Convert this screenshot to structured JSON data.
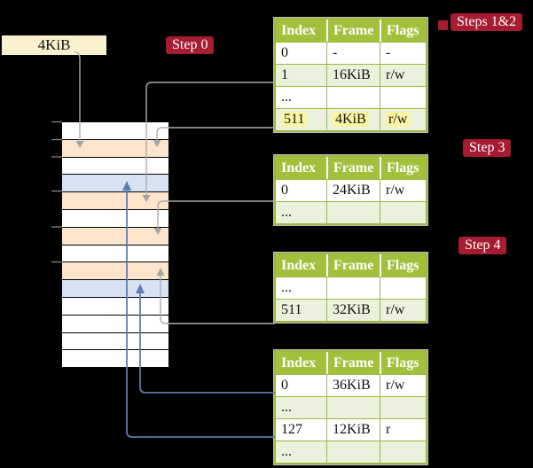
{
  "frame_box": {
    "label": "4KiB"
  },
  "labels": {
    "step0": "Step 0",
    "steps12": "Steps 1&2",
    "step3": "Step 3",
    "step4": "Step 4"
  },
  "tables": [
    {
      "name": "page-table-steps-1-2",
      "headers": [
        "Index",
        "Frame",
        "Flags"
      ],
      "rows": [
        {
          "cells": [
            "0",
            "-",
            "-"
          ]
        },
        {
          "cells": [
            "1",
            "16KiB",
            "r/w"
          ]
        },
        {
          "cells": [
            "...",
            "",
            ""
          ]
        },
        {
          "cells": [
            "511",
            "4KiB",
            "r/w"
          ],
          "highlight": true
        }
      ]
    },
    {
      "name": "page-table-step-3",
      "headers": [
        "Index",
        "Frame",
        "Flags"
      ],
      "rows": [
        {
          "cells": [
            "0",
            "24KiB",
            "r/w"
          ]
        },
        {
          "cells": [
            "...",
            "",
            ""
          ]
        }
      ]
    },
    {
      "name": "page-table-step-4",
      "headers": [
        "Index",
        "Frame",
        "Flags"
      ],
      "rows": [
        {
          "cells": [
            "...",
            "",
            ""
          ]
        },
        {
          "cells": [
            "511",
            "32KiB",
            "r/w"
          ]
        }
      ]
    },
    {
      "name": "page-table-final",
      "headers": [
        "Index",
        "Frame",
        "Flags"
      ],
      "rows": [
        {
          "cells": [
            "0",
            "36KiB",
            "r/w"
          ]
        },
        {
          "cells": [
            "...",
            "",
            ""
          ]
        },
        {
          "cells": [
            "127",
            "12KiB",
            "r"
          ]
        },
        {
          "cells": [
            "...",
            "",
            ""
          ]
        }
      ]
    }
  ],
  "memory": {
    "rows": [
      "white",
      "peach",
      "white",
      "blue",
      "peach",
      "white",
      "peach",
      "white",
      "peach",
      "blue",
      "white",
      "white",
      "white",
      "white"
    ]
  },
  "connectors": [
    {
      "from": "4KiB-box",
      "to": "memory-frame-4KiB",
      "color": "gray"
    },
    {
      "from": "table1-index-1-16KiB",
      "to": "memory-frame-16KiB",
      "color": "gray"
    },
    {
      "from": "table1-index-511-4KiB",
      "to": "memory-frame-4KiB",
      "color": "gray"
    },
    {
      "from": "table2-index-0-24KiB",
      "to": "memory-frame-24KiB",
      "color": "gray"
    },
    {
      "from": "table3-index-511-32KiB",
      "to": "memory-frame-32KiB",
      "color": "gray"
    },
    {
      "from": "table4-index-0-36KiB",
      "to": "memory-frame-36KiB",
      "color": "blue"
    },
    {
      "from": "table4-index-127-12KiB",
      "to": "memory-frame-12KiB",
      "color": "blue"
    }
  ],
  "colors": {
    "background": "#000000",
    "table_header_green": "#A3C03C",
    "table_row_tint": "#EBF1DC",
    "table_border_green": "#9CB83D",
    "step_label_red": "#A61C30",
    "frame_box_cream": "#FBF0CE",
    "memory_frame_peach": "#FCE4CD",
    "memory_frame_blue": "#D7E3F2",
    "connector_gray": "#ACACAC",
    "connector_blue": "#5C7DB0",
    "highlight_yellow": "#FBF5A3"
  }
}
